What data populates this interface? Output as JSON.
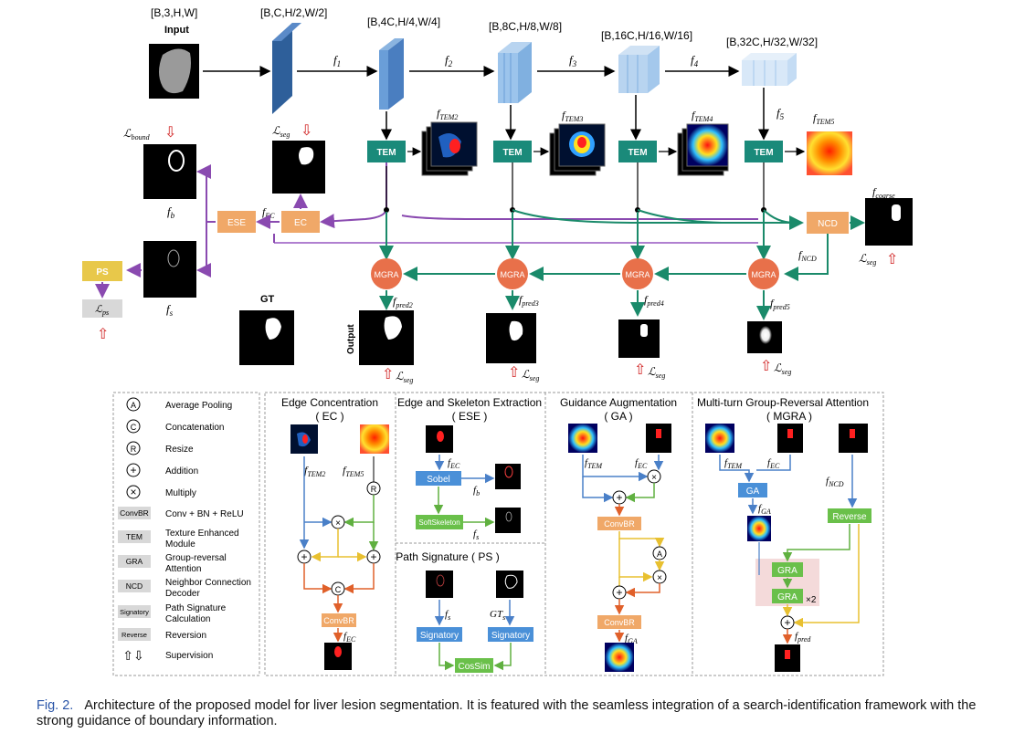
{
  "shapes": {
    "input": "[B,3,H,W]",
    "s1": "[B,C,H/2,W/2]",
    "s2": "[B,4C,H/4,W/4]",
    "s3": "[B,8C,H/8,W/8]",
    "s4": "[B,16C,H/16,W/16]",
    "s5": "[B,32C,H/32,W/32]"
  },
  "labels": {
    "input": "Input",
    "gt": "GT",
    "output": "Output",
    "f1": "f",
    "f1_sub": "1",
    "f2": "f",
    "f2_sub": "2",
    "f3": "f",
    "f3_sub": "3",
    "f4": "f",
    "f4_sub": "4",
    "f5": "f",
    "f5_sub": "5",
    "ftem2": "f",
    "ftem2_sub": "TEM2",
    "ftem3": "f",
    "ftem3_sub": "TEM3",
    "ftem4": "f",
    "ftem4_sub": "TEM4",
    "ftem5": "f",
    "ftem5_sub": "TEM5",
    "fb": "f",
    "fb_sub": "b",
    "fs": "f",
    "fs_sub": "s",
    "fec": "f",
    "fec_sub": "EC",
    "fcoarse": "f",
    "fcoarse_sub": "coarse",
    "fncd": "f",
    "fncd_sub": "NCD",
    "fpred2": "f",
    "fpred2_sub": "pred2",
    "fpred3": "f",
    "fpred3_sub": "pred3",
    "fpred4": "f",
    "fpred4_sub": "pred4",
    "fpred5": "f",
    "fpred5_sub": "pred5",
    "lbound": "ℒ",
    "lbound_sub": "bound",
    "lseg": "ℒ",
    "lseg_sub": "seg",
    "lps": "ℒ",
    "lps_sub": "ps"
  },
  "modules": {
    "tem": "TEM",
    "ese": "ESE",
    "ec": "EC",
    "ncd": "NCD",
    "mgra": "MGRA",
    "ps": "PS"
  },
  "legend": [
    {
      "symbol": "A",
      "text": "Average Pooling"
    },
    {
      "symbol": "C",
      "text": "Concatenation"
    },
    {
      "symbol": "R",
      "text": "Resize"
    },
    {
      "symbol": "+",
      "text": "Addition"
    },
    {
      "symbol": "×",
      "text": "Multiply"
    },
    {
      "symbol": "ConvBR",
      "text": "Conv + BN + ReLU"
    },
    {
      "symbol": "TEM",
      "text": "Texture Enhanced Module"
    },
    {
      "symbol": "GRA",
      "text": "Group-reversal Attention"
    },
    {
      "symbol": "NCD",
      "text": "Neighbor Connection Decoder"
    },
    {
      "symbol": "Signatory",
      "text": "Path Signature Calculation"
    },
    {
      "symbol": "Reverse",
      "text": "Reversion"
    },
    {
      "symbol": "⇧⇩",
      "text": "Supervision"
    }
  ],
  "panels": {
    "ec_title": "Edge Concentration",
    "ec_sub": "( EC )",
    "ese_title": "Edge and Skeleton Extraction",
    "ese_sub": "( ESE )",
    "ps_title": "Path Signature ( PS )",
    "ga_title": "Guidance Augmentation",
    "ga_sub": "( GA )",
    "mgra_title": "Multi-turn Group-Reversal Attention",
    "mgra_sub": "( MGRA )"
  },
  "blocks": {
    "convbr": "ConvBR",
    "sobel": "Sobel",
    "softskeleton": "SoftSkeleton",
    "signatory": "Signatory",
    "cossim": "CosSim",
    "ga": "GA",
    "gra": "GRA",
    "reverse": "Reverse",
    "x2": "×2",
    "gts": "GT",
    "gts_sub": "s",
    "fga": "f",
    "fga_sub": "GA",
    "fpred": "f",
    "fpred_sub": "pred",
    "ftem": "f",
    "ftem_sub": "TEM"
  },
  "caption": {
    "fig": "Fig. 2.",
    "text": "Architecture of the proposed model for liver lesion segmentation. It is featured with the seamless integration of a search-identification framework with the strong guidance of boundary information."
  },
  "colors": {
    "tem": "#1a8a7a",
    "orange_block": "#f0a868",
    "mgra": "#e8704a",
    "ps_yellow": "#e8c84a",
    "blue_block": "#4a90d8",
    "green_block": "#6ac04a",
    "purple": "#8a4ab0",
    "teal_line": "#1a8a6a",
    "dark_blue": "#2e5f9a"
  }
}
